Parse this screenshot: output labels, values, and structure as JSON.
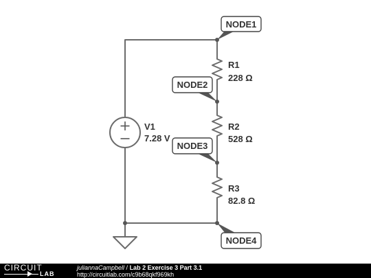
{
  "circuit": {
    "source": {
      "name": "V1",
      "value": "7.28 V"
    },
    "resistors": [
      {
        "name": "R1",
        "value": "228 Ω"
      },
      {
        "name": "R2",
        "value": "528 Ω"
      },
      {
        "name": "R3",
        "value": "82.8 Ω"
      }
    ],
    "nodes": [
      "NODE1",
      "NODE2",
      "NODE3",
      "NODE4"
    ]
  },
  "footer": {
    "logo_top": "CIRCUIT",
    "logo_bottom": "LAB",
    "author": "juliannaCampbell",
    "separator": " / ",
    "title": "Lab 2 Exercise 3 Part 3.1",
    "url": "http://circuitlab.com/c9b68qkf969kh"
  },
  "colors": {
    "wire": "#6b6b6b",
    "footer_background": "#000000"
  }
}
